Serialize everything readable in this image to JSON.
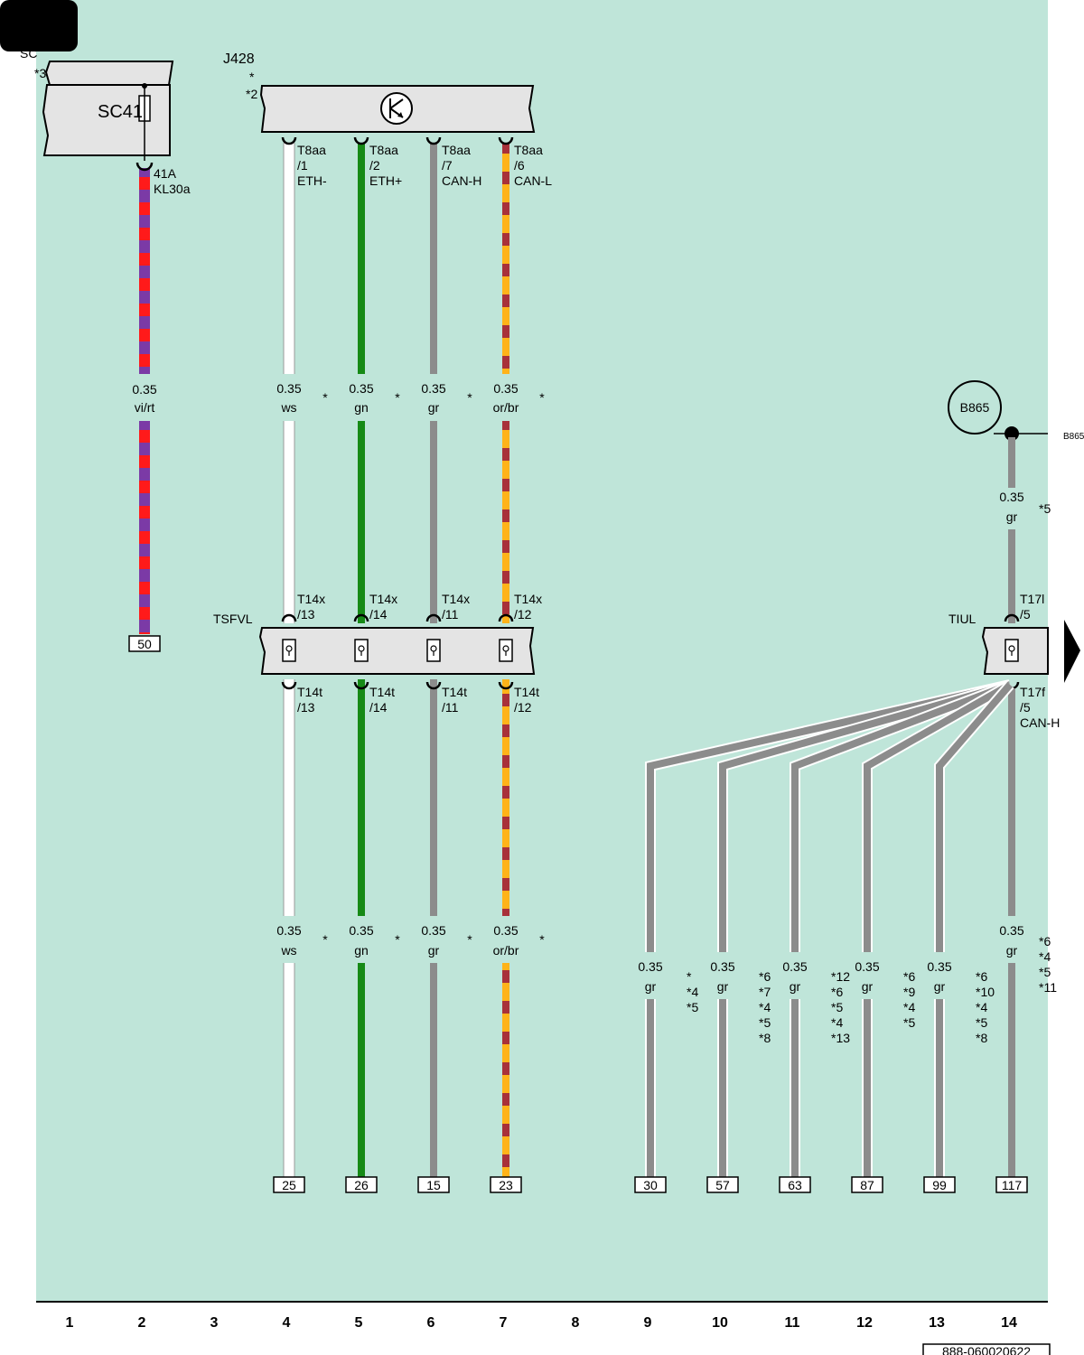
{
  "diagram_number": "888-060020622",
  "columns": [
    "1",
    "2",
    "3",
    "4",
    "5",
    "6",
    "7",
    "8",
    "9",
    "10",
    "11",
    "12",
    "13",
    "14"
  ],
  "components": {
    "sc_top": "SC",
    "sc_note": "*3",
    "sc_fuse": "SC41",
    "j428": "J428",
    "j428_note1": "*",
    "j428_note2": "*2",
    "tsfvl": "TSFVL",
    "tiul": "TIUL",
    "b865": "B865",
    "b865_edge": "B865"
  },
  "sc_wire": {
    "pin": "41A",
    "signal": "KL30a",
    "size": "0.35",
    "color": "vi/rt",
    "dest": "50"
  },
  "j428_wires": [
    {
      "top_conn": "T8aa",
      "top_pin": "/1",
      "signal": "ETH-",
      "upper_size": "0.35",
      "upper_color": "ws",
      "upper_note": "*",
      "mid_conn_top": "T14x",
      "mid_pin_top": "/13",
      "mid_conn_bot": "T14t",
      "mid_pin_bot": "/13",
      "lower_size": "0.35",
      "lower_color": "ws",
      "lower_note": "*",
      "dest": "25"
    },
    {
      "top_conn": "T8aa",
      "top_pin": "/2",
      "signal": "ETH+",
      "upper_size": "0.35",
      "upper_color": "gn",
      "upper_note": "*",
      "mid_conn_top": "T14x",
      "mid_pin_top": "/14",
      "mid_conn_bot": "T14t",
      "mid_pin_bot": "/14",
      "lower_size": "0.35",
      "lower_color": "gn",
      "lower_note": "*",
      "dest": "26"
    },
    {
      "top_conn": "T8aa",
      "top_pin": "/7",
      "signal": "CAN-H",
      "upper_size": "0.35",
      "upper_color": "gr",
      "upper_note": "*",
      "mid_conn_top": "T14x",
      "mid_pin_top": "/11",
      "mid_conn_bot": "T14t",
      "mid_pin_bot": "/11",
      "lower_size": "0.35",
      "lower_color": "gr",
      "lower_note": "*",
      "dest": "15"
    },
    {
      "top_conn": "T8aa",
      "top_pin": "/6",
      "signal": "CAN-L",
      "upper_size": "0.35",
      "upper_color": "or/br",
      "upper_note": "*",
      "mid_conn_top": "T14x",
      "mid_pin_top": "/12",
      "mid_conn_bot": "T14t",
      "mid_pin_bot": "/12",
      "lower_size": "0.35",
      "lower_color": "or/br",
      "lower_note": "*",
      "dest": "23"
    }
  ],
  "b865_wire": {
    "size": "0.35",
    "color": "gr",
    "note": "*5",
    "top_conn": "T17l",
    "top_pin": "/5",
    "bot_conn": "T17f",
    "bot_pin": "/5",
    "signal": "CAN-H"
  },
  "can_branches": [
    {
      "size": "0.35",
      "color": "gr",
      "notes": [
        "*",
        "*4",
        "*5"
      ],
      "dest": "30"
    },
    {
      "size": "0.35",
      "color": "gr",
      "notes": [
        "*6",
        "*7",
        "*4",
        "*5",
        "*8"
      ],
      "dest": "57"
    },
    {
      "size": "0.35",
      "color": "gr",
      "notes": [
        "*12",
        "*6",
        "*5",
        "*4",
        "*13"
      ],
      "dest": "63"
    },
    {
      "size": "0.35",
      "color": "gr",
      "notes": [
        "*6",
        "*9",
        "*4",
        "*5"
      ],
      "dest": "87"
    },
    {
      "size": "0.35",
      "color": "gr",
      "notes": [
        "*6",
        "*10",
        "*4",
        "*5",
        "*8"
      ],
      "dest": "99"
    },
    {
      "size": "0.35",
      "color": "gr",
      "notes": [
        "*6",
        "*4",
        "*5",
        "*11"
      ],
      "dest": "117"
    }
  ],
  "colors": {
    "background": "#bfe5d9",
    "module_fill": "#e4e4e4",
    "wire_ws": "#ffffff",
    "wire_gn": "#168a16",
    "wire_gr": "#8c8c8c",
    "wire_or": "#ffb319",
    "wire_br": "#a8313a",
    "wire_vi": "#7b3aa6",
    "wire_rt": "#ff1a1a"
  }
}
